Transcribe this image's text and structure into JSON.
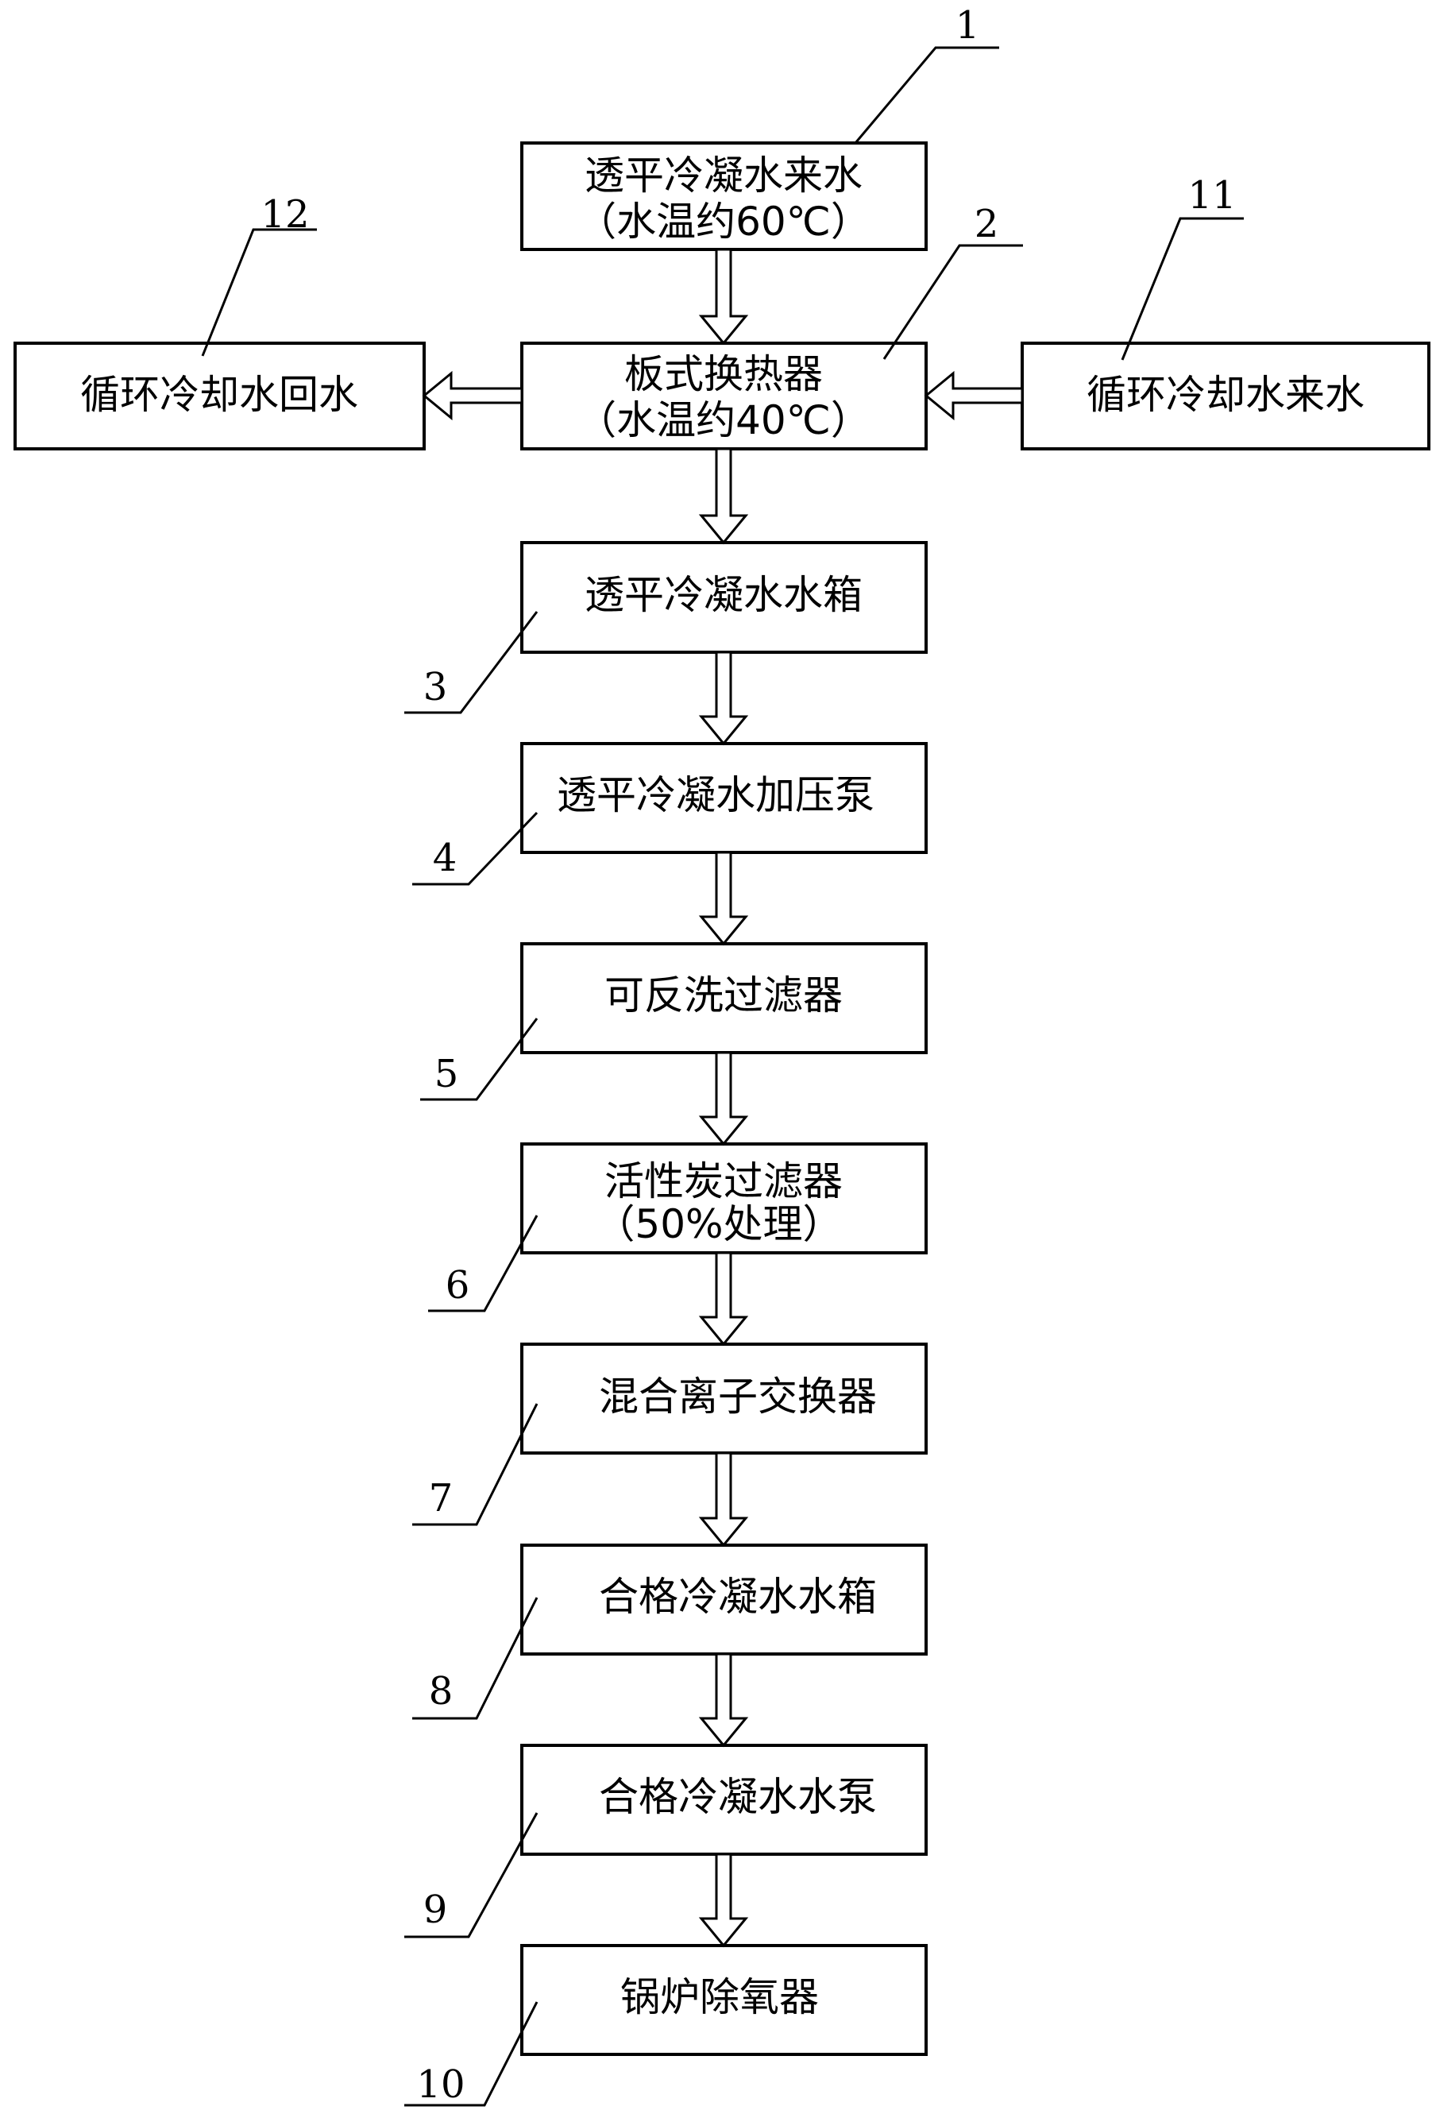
{
  "boxes": {
    "b1": {
      "label": "1",
      "line1": "透平冷凝水来水",
      "line2": "（水温约60℃）"
    },
    "b2": {
      "label": "2",
      "line1": "板式换热器",
      "line2": "（水温约40℃）"
    },
    "b3": {
      "label": "3",
      "line1": "透平冷凝水水箱"
    },
    "b4": {
      "label": "4",
      "line1": "透平冷凝水加压泵"
    },
    "b5": {
      "label": "5",
      "line1": "可反洗过滤器"
    },
    "b6": {
      "label": "6",
      "line1": "活性炭过滤器",
      "line2": "（50%处理）"
    },
    "b7": {
      "label": "7",
      "line1": "混合离子交换器"
    },
    "b8": {
      "label": "8",
      "line1": "合格冷凝水水箱"
    },
    "b9": {
      "label": "9",
      "line1": "合格冷凝水水泵"
    },
    "b10": {
      "label": "10",
      "line1": "锅炉除氧器"
    },
    "b11": {
      "label": "11",
      "line1": "循环冷却水来水"
    },
    "b12": {
      "label": "12",
      "line1": "循环冷却水回水"
    }
  },
  "connections": [
    {
      "from": "b1",
      "to": "b2"
    },
    {
      "from": "b11",
      "to": "b2"
    },
    {
      "from": "b2",
      "to": "b12"
    },
    {
      "from": "b2",
      "to": "b3"
    },
    {
      "from": "b3",
      "to": "b4"
    },
    {
      "from": "b4",
      "to": "b5"
    },
    {
      "from": "b5",
      "to": "b6"
    },
    {
      "from": "b6",
      "to": "b7"
    },
    {
      "from": "b7",
      "to": "b8"
    },
    {
      "from": "b8",
      "to": "b9"
    },
    {
      "from": "b9",
      "to": "b10"
    }
  ]
}
